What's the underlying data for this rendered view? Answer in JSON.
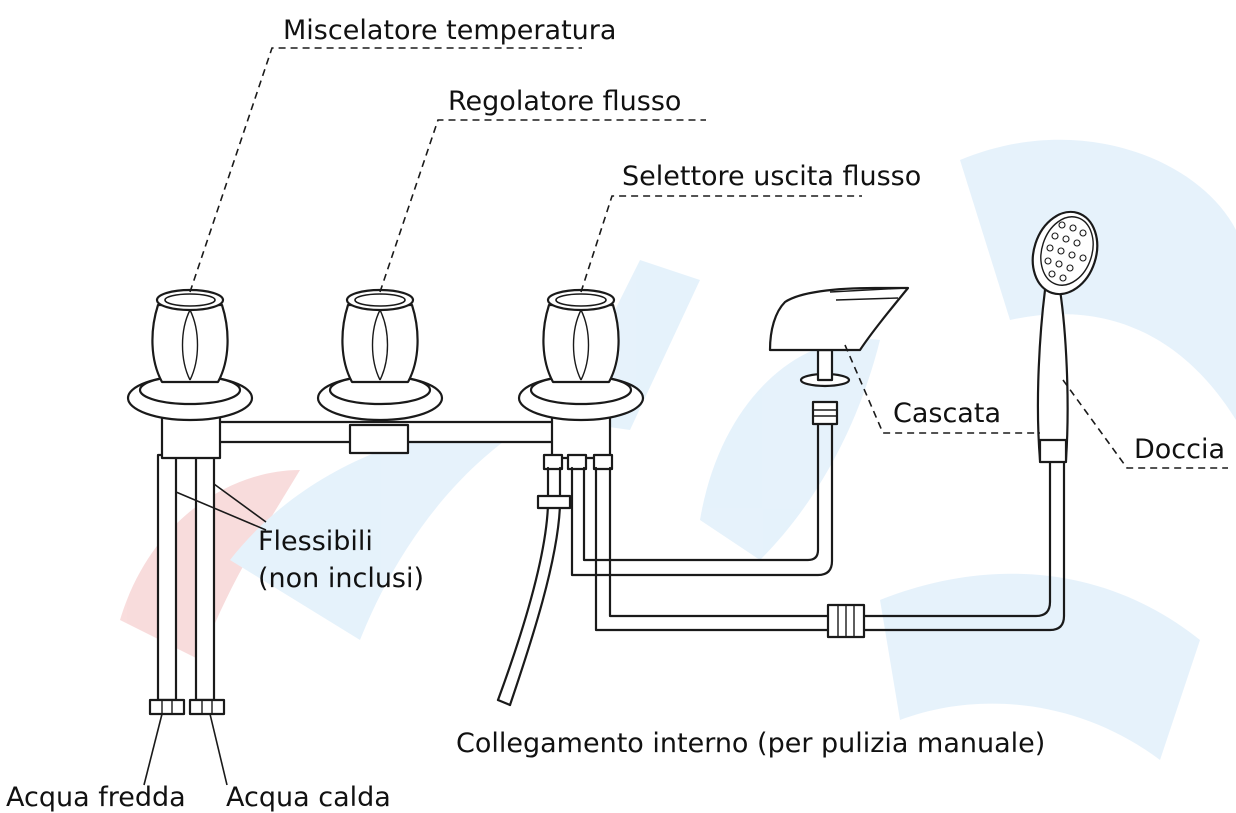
{
  "labels": {
    "temperature_mixer": "Miscelatore temperatura",
    "flow_regulator": "Regolatore flusso",
    "flow_outlet_selector": "Selettore uscita flusso",
    "waterfall": "Cascata",
    "shower": "Doccia",
    "flexibles": "Flessibili",
    "flexibles_note": "(non inclusi)",
    "internal_connection": "Collegamento interno (per pulizia manuale)",
    "cold_water": "Acqua fredda",
    "hot_water": "Acqua calda"
  },
  "colors": {
    "ink": "#1a1a1a",
    "watermark_blue": "#e3f1fb",
    "watermark_red": "#f8d9d9"
  }
}
